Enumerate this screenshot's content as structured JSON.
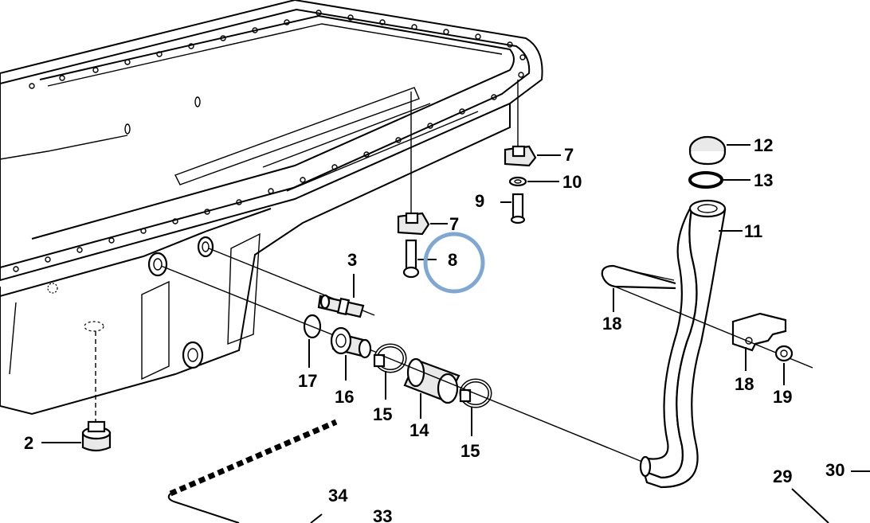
{
  "callouts": [
    {
      "id": "c2",
      "text": "2"
    },
    {
      "id": "c3",
      "text": "3"
    },
    {
      "id": "c7a",
      "text": "7"
    },
    {
      "id": "c7b",
      "text": "7"
    },
    {
      "id": "c8",
      "text": "8"
    },
    {
      "id": "c9",
      "text": "9"
    },
    {
      "id": "c10",
      "text": "10"
    },
    {
      "id": "c11",
      "text": "11"
    },
    {
      "id": "c12",
      "text": "12"
    },
    {
      "id": "c13",
      "text": "13"
    },
    {
      "id": "c14",
      "text": "14"
    },
    {
      "id": "c15a",
      "text": "15"
    },
    {
      "id": "c15b",
      "text": "15"
    },
    {
      "id": "c16",
      "text": "16"
    },
    {
      "id": "c17",
      "text": "17"
    },
    {
      "id": "c18a",
      "text": "18"
    },
    {
      "id": "c18b",
      "text": "18"
    },
    {
      "id": "c19",
      "text": "19"
    },
    {
      "id": "c29",
      "text": "29"
    },
    {
      "id": "c30",
      "text": "30"
    },
    {
      "id": "c33",
      "text": "33"
    },
    {
      "id": "c34",
      "text": "34"
    }
  ],
  "highlight": {
    "target": "8",
    "color": "#7fa7d4"
  },
  "colors": {
    "line": "#000000",
    "background": "#ffffff"
  }
}
